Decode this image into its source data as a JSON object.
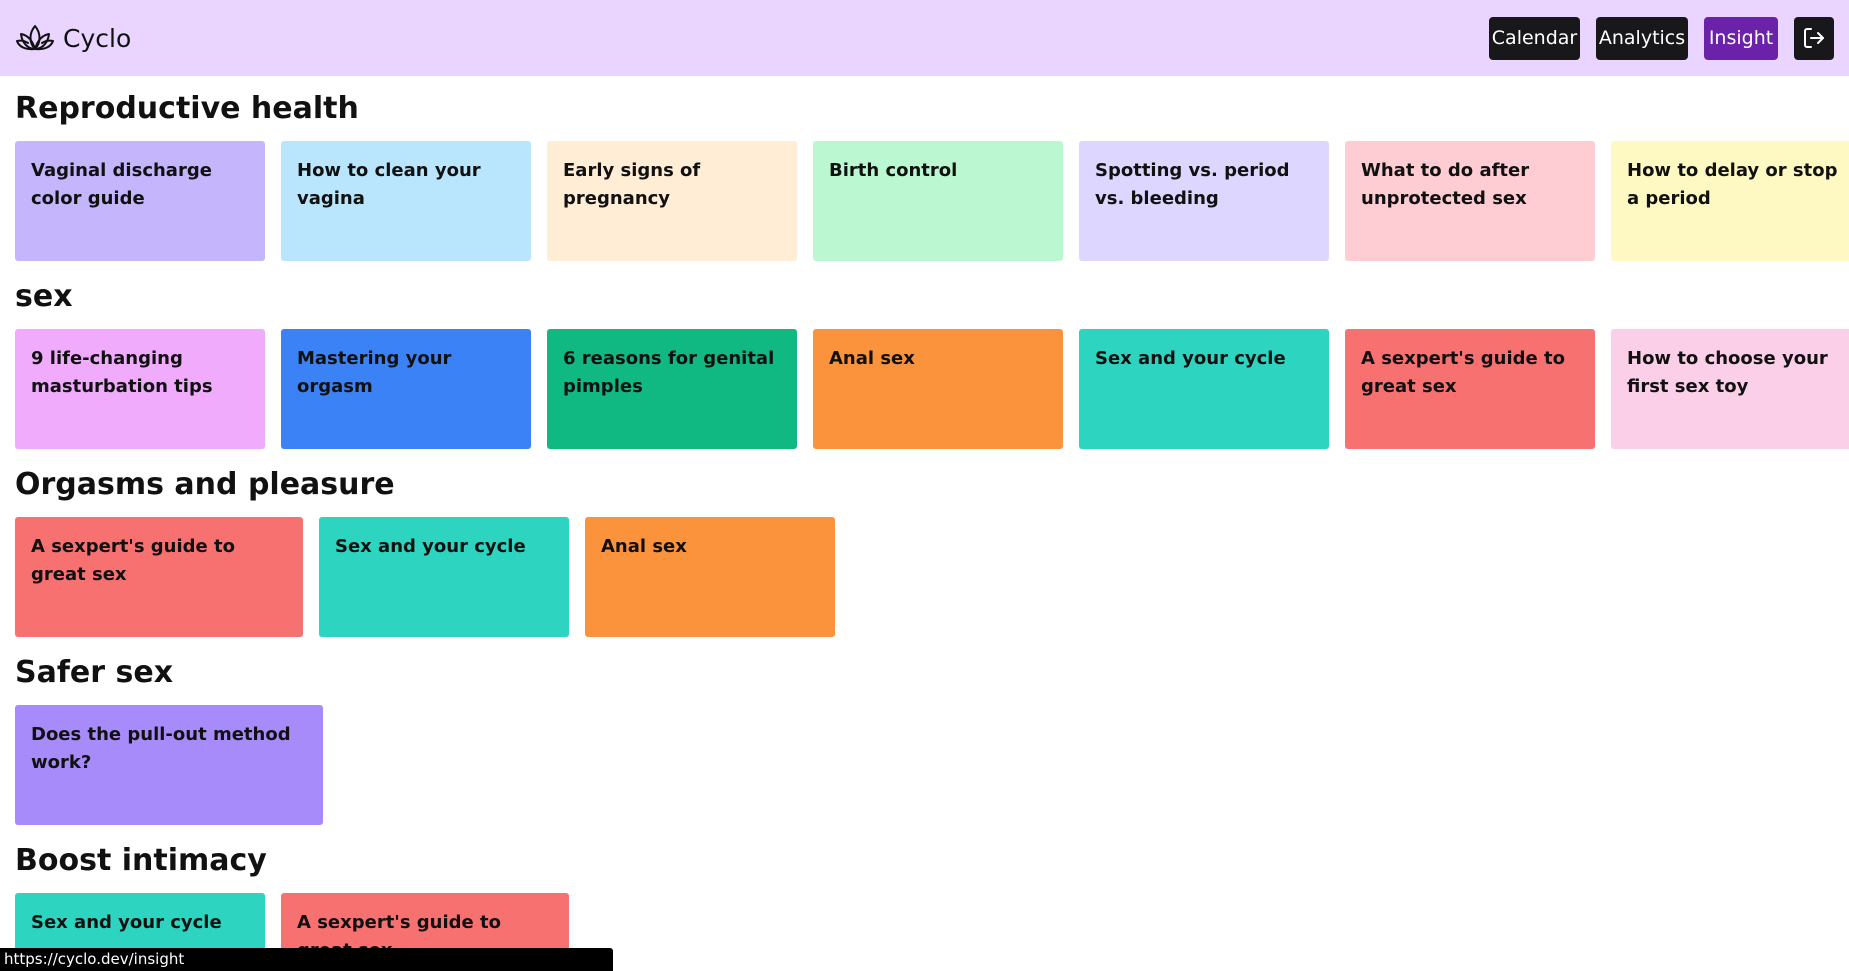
{
  "brand": {
    "name": "Cyclo",
    "icon": "lotus-icon"
  },
  "nav": {
    "calendar": "Calendar",
    "analytics": "Analytics",
    "insight": "Insight",
    "logout_icon": "logout-icon",
    "active": "Insight"
  },
  "colors": {
    "header_bg": "#e9d5ff",
    "nav_bg": "#18181b",
    "nav_active": "#6b21a8"
  },
  "sections": [
    {
      "title": "Reproductive health",
      "cards": [
        {
          "label": "Vaginal discharge color guide",
          "color": "#c4b5fd"
        },
        {
          "label": "How to clean your vagina",
          "color": "#bae6fd"
        },
        {
          "label": "Early signs of pregnancy",
          "color": "#ffedd5"
        },
        {
          "label": "Birth control",
          "color": "#bbf7d0"
        },
        {
          "label": "Spotting vs. period vs. bleeding",
          "color": "#ddd6fe"
        },
        {
          "label": "What to do after unprotected sex",
          "color": "#fecdd3"
        },
        {
          "label": "How to delay or stop a period",
          "color": "#fef9c3"
        }
      ]
    },
    {
      "title": "sex",
      "cards": [
        {
          "label": "9 life-changing masturbation tips",
          "color": "#f0abfc"
        },
        {
          "label": "Mastering your orgasm",
          "color": "#3b82f6"
        },
        {
          "label": "6 reasons for genital pimples",
          "color": "#10b981"
        },
        {
          "label": "Anal sex",
          "color": "#fb923c"
        },
        {
          "label": "Sex and your cycle",
          "color": "#2dd4bf"
        },
        {
          "label": "A sexpert's guide to great sex",
          "color": "#f87171"
        },
        {
          "label": "How to choose your first sex toy",
          "color": "#fbcfe8"
        }
      ]
    },
    {
      "title": "Orgasms and pleasure",
      "cards": [
        {
          "label": "A sexpert's guide to great sex",
          "color": "#f87171"
        },
        {
          "label": "Sex and your cycle",
          "color": "#2dd4bf"
        },
        {
          "label": "Anal sex",
          "color": "#fb923c"
        }
      ]
    },
    {
      "title": "Safer sex",
      "cards": [
        {
          "label": "Does the pull-out method work?",
          "color": "#a78bfa"
        }
      ]
    },
    {
      "title": "Boost intimacy",
      "cards": [
        {
          "label": "Sex and your cycle",
          "color": "#2dd4bf"
        },
        {
          "label": "A sexpert's guide to great sex",
          "color": "#f87171"
        }
      ]
    }
  ],
  "status_bar": {
    "url": "https://cyclo.dev/insight"
  }
}
